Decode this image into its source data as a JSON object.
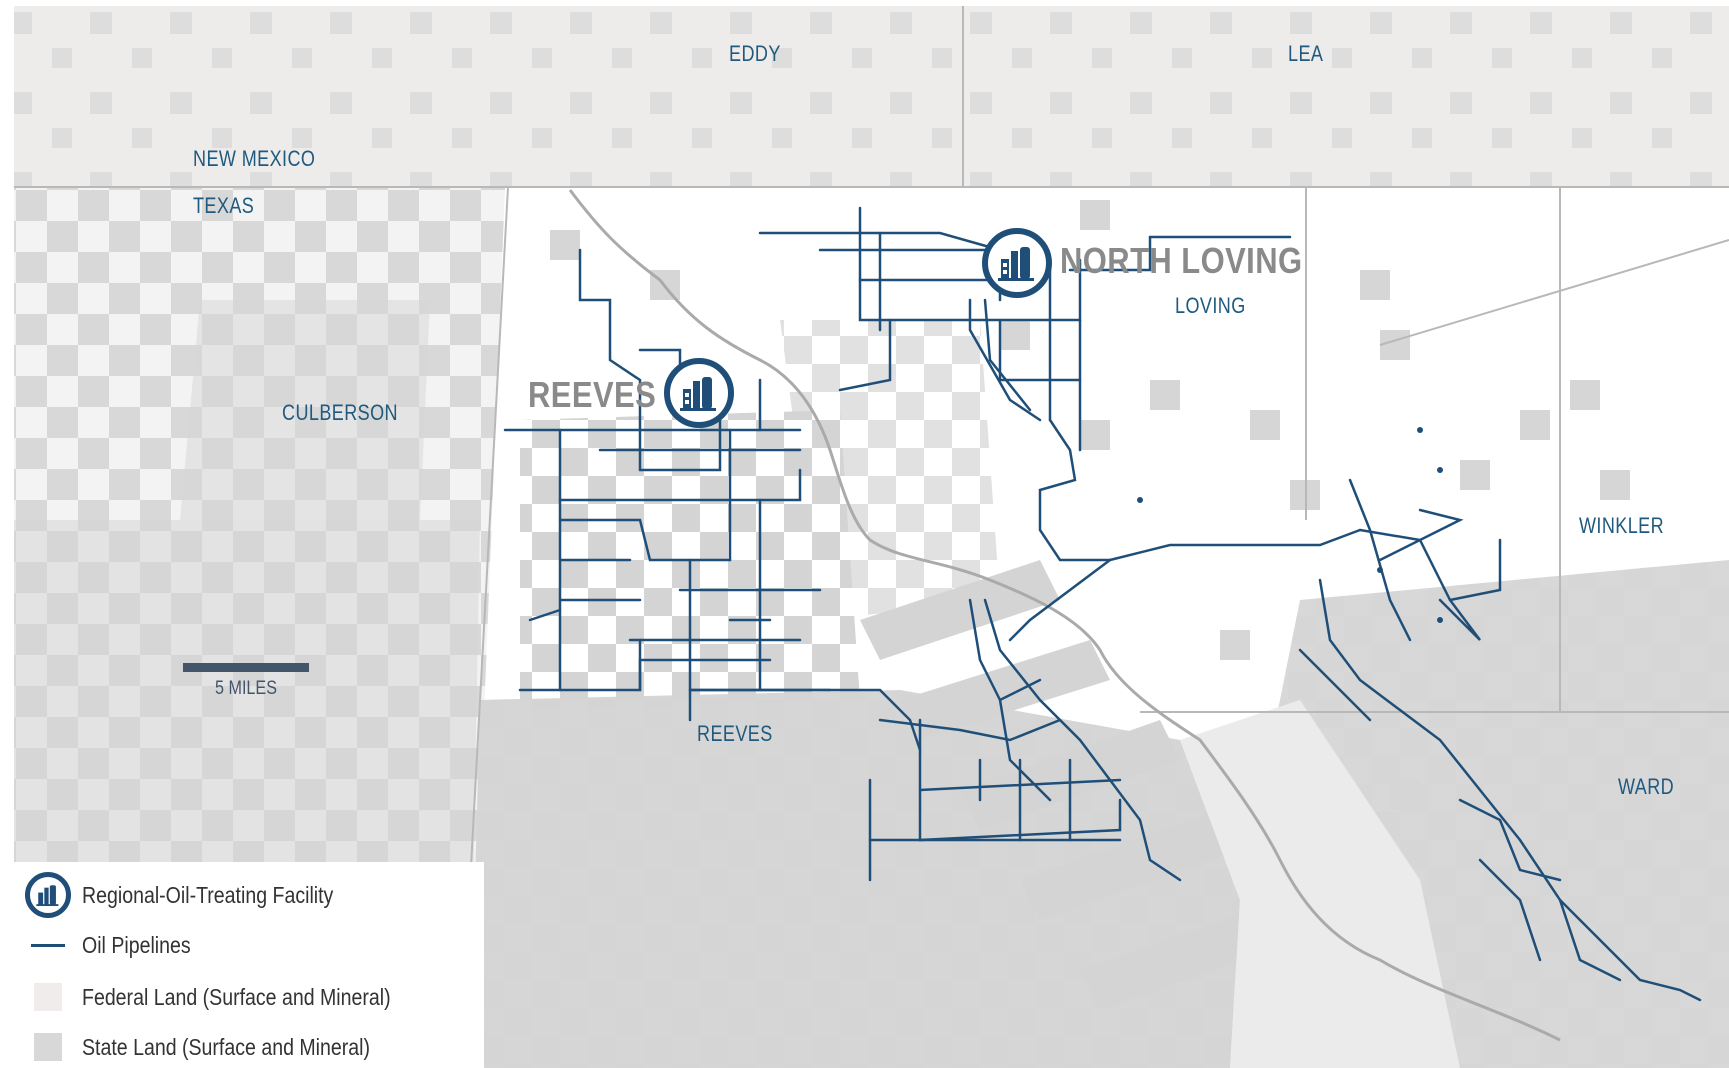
{
  "colors": {
    "federal_land": "#efeceb",
    "state_land": "#d8d8d8",
    "pipeline": "#1f4f78",
    "boundary": "#b8b8b8",
    "label": "#1f5a7e",
    "facility_label": "#8a8a8a"
  },
  "state_labels": {
    "north": "NEW MEXICO",
    "south": "TEXAS"
  },
  "counties": {
    "eddy": "EDDY",
    "lea": "LEA",
    "culberson": "CULBERSON",
    "loving": "LOVING",
    "winkler": "WINKLER",
    "reeves": "REEVES",
    "ward": "WARD"
  },
  "facilities": {
    "north_loving": {
      "name": "NORTH LOVING",
      "icon": "oil-treating-facility-icon"
    },
    "reeves": {
      "name": "REEVES",
      "icon": "oil-treating-facility-icon"
    }
  },
  "scale": {
    "label": "5 MILES"
  },
  "legend": {
    "facility": "Regional-Oil-Treating Facility",
    "pipelines": "Oil Pipelines",
    "federal": "Federal Land (Surface and Mineral)",
    "state": "State Land (Surface and Mineral)"
  }
}
